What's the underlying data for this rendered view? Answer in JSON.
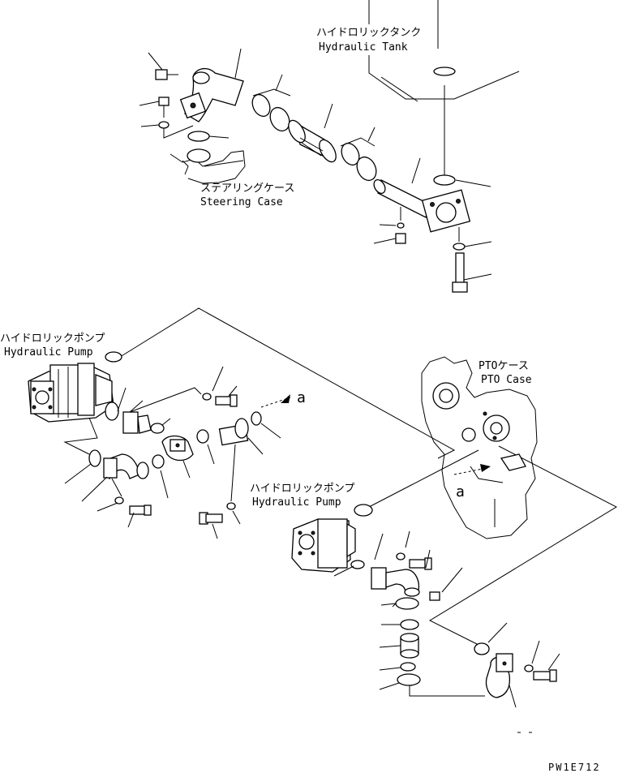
{
  "labels": {
    "tank_jp": "ハイドロリックタンク",
    "tank_en": "Hydraulic Tank",
    "steering_jp": "ステアリングケース",
    "steering_en": "Steering Case",
    "pump1_jp": "ハイドロリックポンプ",
    "pump1_en": "Hydraulic Pump",
    "pto_jp": "PTOケース",
    "pto_en": "PTO Case",
    "pump2_jp": "ハイドロリックポンプ",
    "pump2_en": "Hydraulic Pump",
    "ref_a1": "a",
    "ref_a2": "a",
    "drawing_code": "PW1E712"
  }
}
